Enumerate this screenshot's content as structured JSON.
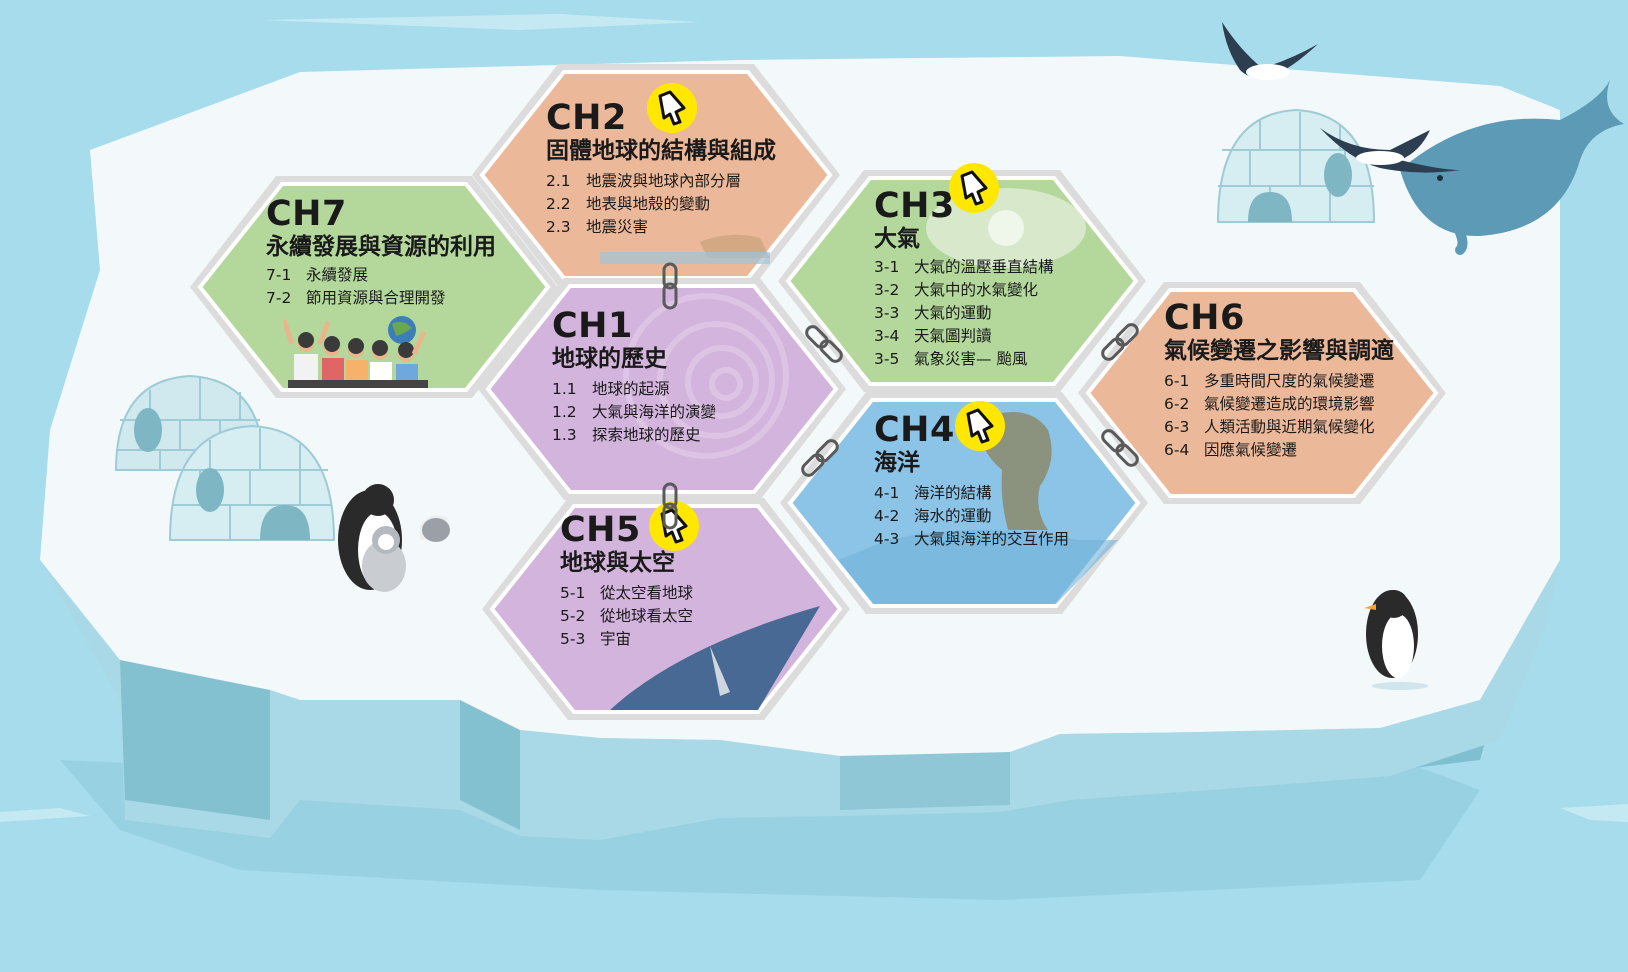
{
  "colors": {
    "sea": "#a6dcec",
    "ice_top": "#f4fafc",
    "ice_side_light": "#b6e0ea",
    "ice_side_dark": "#7fc0d0",
    "hex_frame": "#d6d6d6",
    "green": "#b4d89c",
    "salmon": "#ecb89a",
    "purple": "#d2b4dc",
    "blue": "#8cc4e8",
    "badge_yellow": "#ffe700"
  },
  "chapters": [
    {
      "id": "ch7",
      "code": "CH7",
      "title": "永續發展與資源的利用",
      "fill": "green",
      "clickable": false,
      "sections": [
        {
          "num": "7-1",
          "label": "永續發展"
        },
        {
          "num": "7-2",
          "label": "節用資源與合理開發"
        }
      ]
    },
    {
      "id": "ch2",
      "code": "CH2",
      "title": "固體地球的結構與組成",
      "fill": "salmon",
      "clickable": true,
      "sections": [
        {
          "num": "2.1",
          "label": "地震波與地球內部分層"
        },
        {
          "num": "2.2",
          "label": "地表與地殼的變動"
        },
        {
          "num": "2.3",
          "label": "地震災害"
        }
      ]
    },
    {
      "id": "ch1",
      "code": "CH1",
      "title": "地球的歷史",
      "fill": "purple",
      "clickable": false,
      "sections": [
        {
          "num": "1.1",
          "label": "地球的起源"
        },
        {
          "num": "1.2",
          "label": "大氣與海洋的演變"
        },
        {
          "num": "1.3",
          "label": "探索地球的歷史"
        }
      ]
    },
    {
      "id": "ch3",
      "code": "CH3",
      "title": "大氣",
      "fill": "green",
      "clickable": true,
      "sections": [
        {
          "num": "3-1",
          "label": "大氣的溫壓垂直結構"
        },
        {
          "num": "3-2",
          "label": "大氣中的水氣變化"
        },
        {
          "num": "3-3",
          "label": "大氣的運動"
        },
        {
          "num": "3-4",
          "label": "天氣圖判讀"
        },
        {
          "num": "3-5",
          "label": "氣象災害— 颱風"
        }
      ]
    },
    {
      "id": "ch6",
      "code": "CH6",
      "title": "氣候變遷之影響與調適",
      "fill": "salmon",
      "clickable": false,
      "sections": [
        {
          "num": "6-1",
          "label": "多重時間尺度的氣候變遷"
        },
        {
          "num": "6-2",
          "label": "氣候變遷造成的環境影響"
        },
        {
          "num": "6-3",
          "label": "人類活動與近期氣候變化"
        },
        {
          "num": "6-4",
          "label": "因應氣候變遷"
        }
      ]
    },
    {
      "id": "ch4",
      "code": "CH4",
      "title": "海洋",
      "fill": "blue",
      "clickable": true,
      "sections": [
        {
          "num": "4-1",
          "label": "海洋的結構"
        },
        {
          "num": "4-2",
          "label": "海水的運動"
        },
        {
          "num": "4-3",
          "label": "大氣與海洋的交互作用"
        }
      ]
    },
    {
      "id": "ch5",
      "code": "CH5",
      "title": "地球與太空",
      "fill": "purple",
      "clickable": true,
      "sections": [
        {
          "num": "5-1",
          "label": "從太空看地球"
        },
        {
          "num": "5-2",
          "label": "從地球看太空"
        },
        {
          "num": "5-3",
          "label": "宇宙"
        }
      ]
    }
  ],
  "decorations": {
    "icons": [
      "igloo-icon",
      "penguin-icon",
      "seagull-icon",
      "whale-icon",
      "hand-pointer-icon",
      "chain-link-icon"
    ]
  }
}
